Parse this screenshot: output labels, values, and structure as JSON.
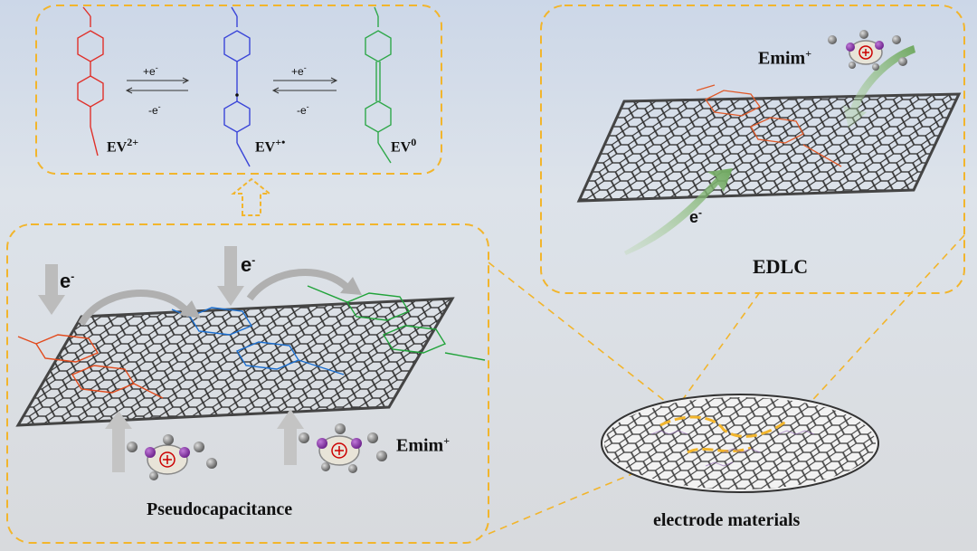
{
  "redox": {
    "plus_e": "+e",
    "minus_e": "-e",
    "minus_sup": "-"
  },
  "species": {
    "ev2plus": {
      "base": "EV",
      "sup": "2+"
    },
    "ev_radical": {
      "base": "EV",
      "sup": "+•"
    },
    "ev_neutral": {
      "base": "EV",
      "sup": "0"
    }
  },
  "emim": {
    "base": "Emim",
    "sup": "+"
  },
  "electron": {
    "base": "e",
    "sup": "-"
  },
  "labels": {
    "edlc": "EDLC",
    "pseudocapacitance": "Pseudocapacitance",
    "electrode_materials": "electrode materials"
  },
  "colors": {
    "panel_border": "#f2b52c",
    "ev2plus": "#e0302a",
    "ev_radical": "#3a45d8",
    "ev_neutral": "#2fa84a",
    "arrow_green": "#6fa860",
    "arrow_grey": "#b0b0b0"
  }
}
